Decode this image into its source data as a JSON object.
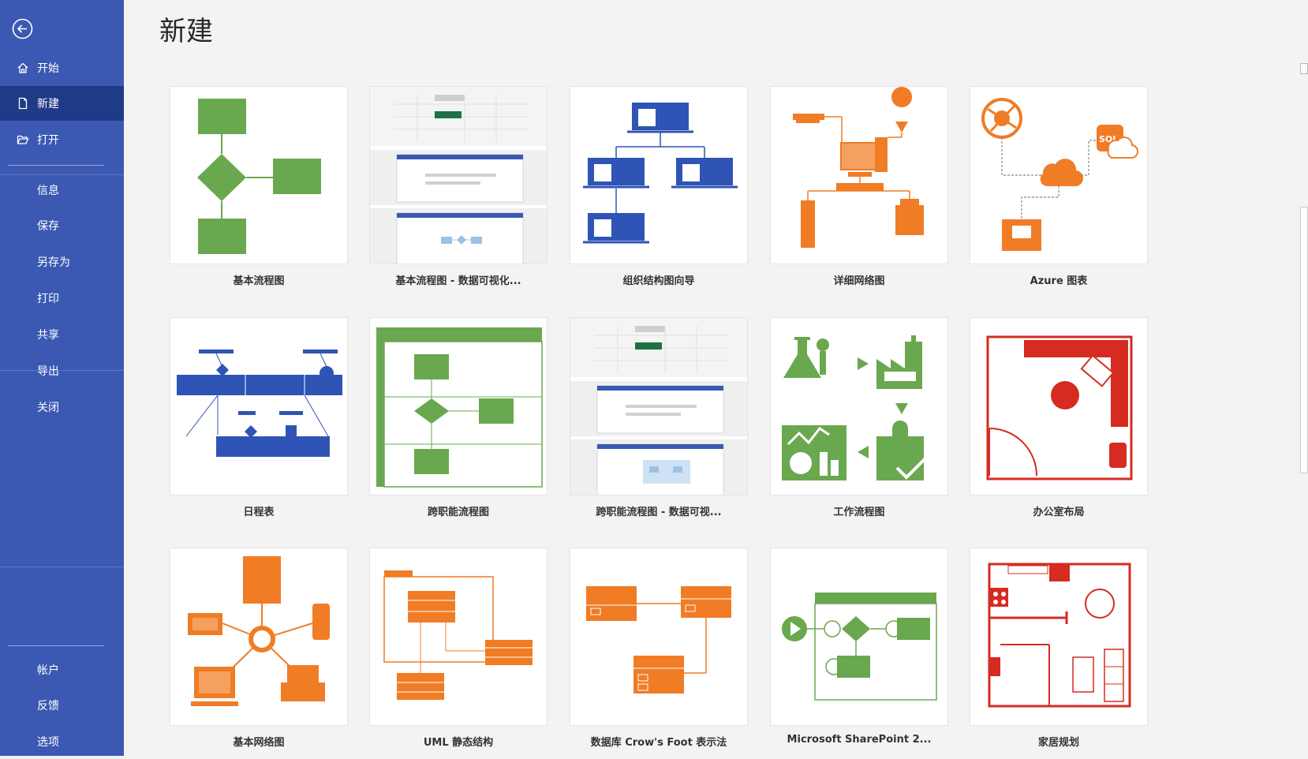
{
  "colors": {
    "sidebar": "#3b59b2",
    "sidebar_active": "#1f3a86",
    "green": "#6aa84f",
    "blue": "#2f54b5",
    "orange": "#f07c26",
    "red": "#d62b20"
  },
  "sidebar": {
    "back_icon": "back-arrow-icon",
    "items": [
      {
        "label": "开始",
        "icon": "home-icon"
      },
      {
        "label": "新建",
        "icon": "new-document-icon"
      },
      {
        "label": "打开",
        "icon": "open-folder-icon"
      },
      {
        "label": "信息"
      },
      {
        "label": "保存"
      },
      {
        "label": "另存为"
      },
      {
        "label": "打印"
      },
      {
        "label": "共享"
      },
      {
        "label": "导出"
      },
      {
        "label": "关闭"
      }
    ],
    "bottom_items": [
      {
        "label": "帐户"
      },
      {
        "label": "反馈"
      },
      {
        "label": "选项"
      }
    ]
  },
  "main": {
    "title": "新建",
    "templates": [
      {
        "name": "基本流程图"
      },
      {
        "name": "基本流程图 - 数据可视化..."
      },
      {
        "name": "组织结构图向导"
      },
      {
        "name": "详细网络图"
      },
      {
        "name": "Azure 图表"
      },
      {
        "name": "日程表"
      },
      {
        "name": "跨职能流程图"
      },
      {
        "name": "跨职能流程图 - 数据可视..."
      },
      {
        "name": "工作流程图"
      },
      {
        "name": "办公室布局"
      },
      {
        "name": "基本网络图"
      },
      {
        "name": "UML 静态结构"
      },
      {
        "name": "数据库 Crow's Foot 表示法"
      },
      {
        "name": "Microsoft SharePoint 2..."
      },
      {
        "name": "家居规划"
      }
    ]
  }
}
